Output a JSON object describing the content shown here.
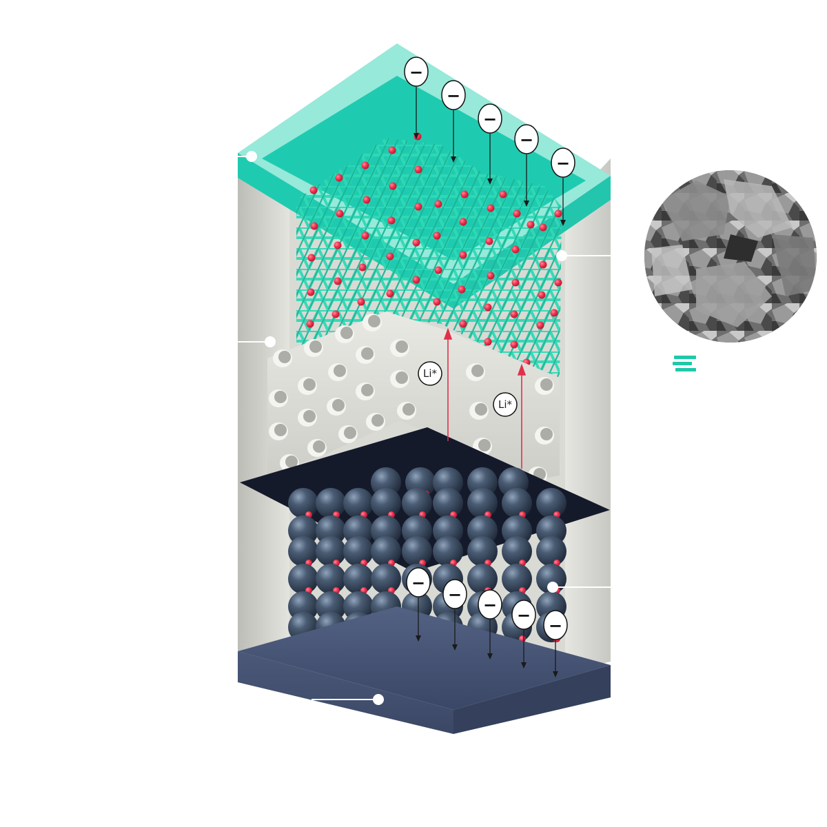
{
  "labels": {
    "lithium_ion": "Li*",
    "electron": "−"
  },
  "colors": {
    "cathode_collector": "#1fcbb0",
    "cathode_collector_light": "#97e9da",
    "anode_collector": "#3e4c6a",
    "anode_collector_dark": "#2a3552",
    "lattice": "#2fd4b4",
    "separator": "#d8d8d2",
    "wall": "#cfcfca",
    "anode_sphere": "#3b4a5e",
    "ion_dot": "#f0324e",
    "ion_arrow": "#e0304a",
    "electron_arrow": "#1a1a1a",
    "callout_line": "#ffffff",
    "black_plane": "#141a2a"
  },
  "icons": {
    "electron": "electron-icon",
    "lithium_ion": "lithium-ion-badge",
    "sem_photo": "sem-micrograph-image",
    "legend_badge": "legend-stripes-icon"
  }
}
